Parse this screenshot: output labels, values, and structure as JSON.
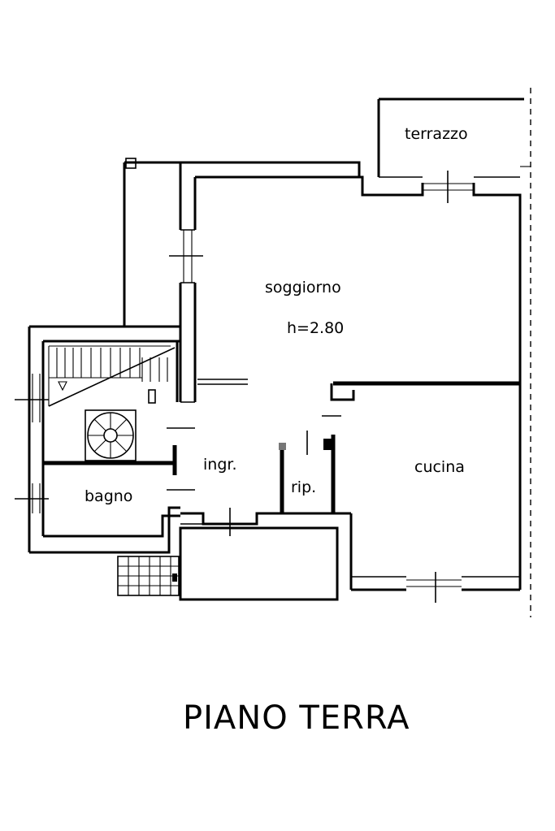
{
  "plan": {
    "title": "PIANO TERRA",
    "rooms": {
      "terrazzo": "terrazzo",
      "soggiorno": "soggiorno",
      "height": "h=2.80",
      "ingresso": "ingr.",
      "ripostiglio": "rip.",
      "cucina": "cucina",
      "bagno": "bagno"
    }
  }
}
